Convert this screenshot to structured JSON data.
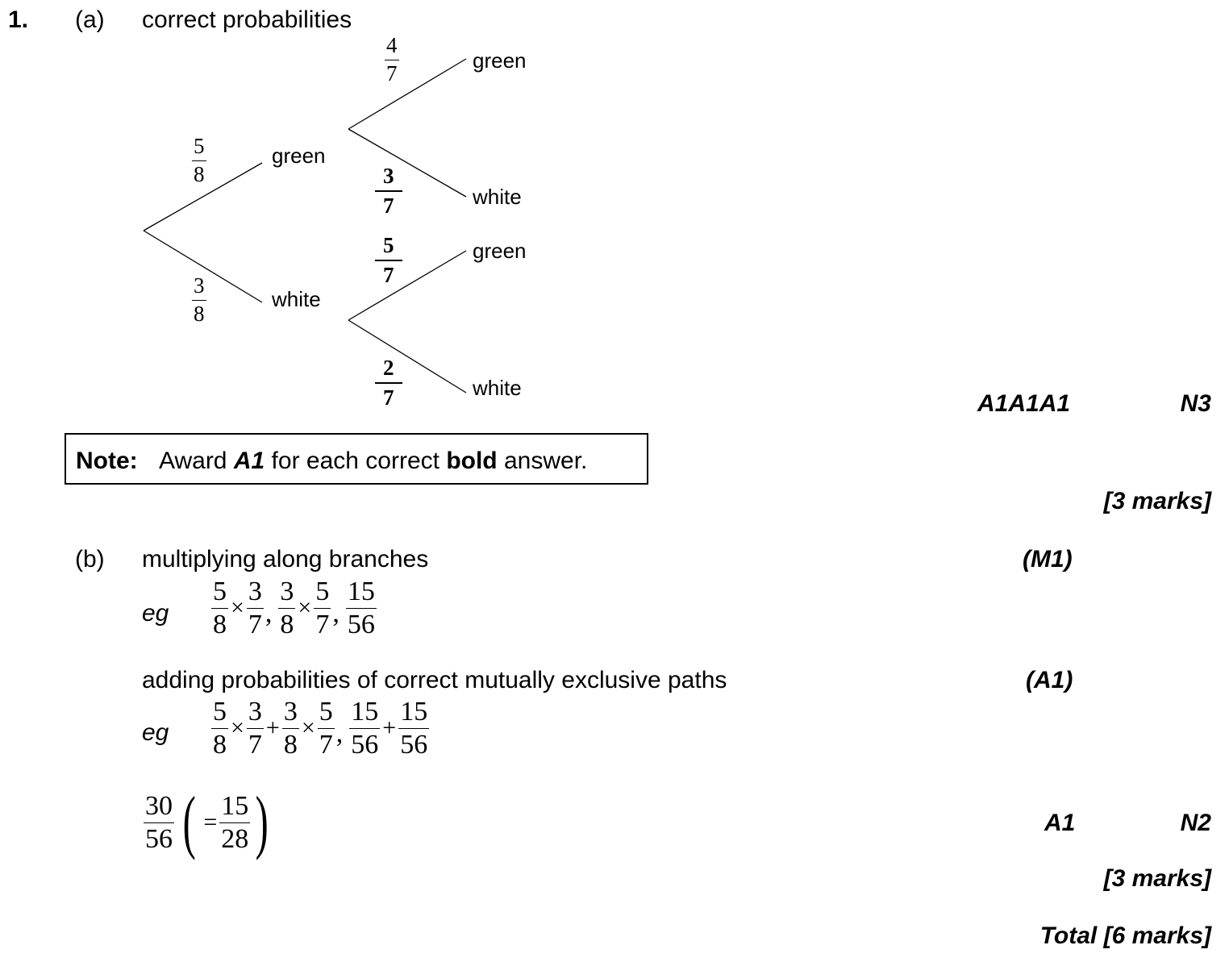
{
  "question_number": "1.",
  "part_a": {
    "label": "(a)",
    "heading": "correct probabilities",
    "tree": {
      "first": [
        {
          "label": "green",
          "prob": {
            "num": "5",
            "den": "8"
          }
        },
        {
          "label": "white",
          "prob": {
            "num": "3",
            "den": "8"
          }
        }
      ],
      "second_green": [
        {
          "label": "green",
          "prob": {
            "num": "4",
            "den": "7"
          }
        },
        {
          "label": "white",
          "prob": {
            "num": "3",
            "den": "7"
          }
        }
      ],
      "second_white": [
        {
          "label": "green",
          "prob": {
            "num": "5",
            "den": "7"
          }
        },
        {
          "label": "white",
          "prob": {
            "num": "2",
            "den": "7"
          }
        }
      ]
    },
    "marks_code": "A1A1A1",
    "n_code": "N3",
    "note": {
      "prefix": "Note:",
      "award": "Award",
      "a1": "A1",
      "mid": "for each correct",
      "bold": "bold",
      "end": "answer."
    },
    "total": "[3 marks]"
  },
  "part_b": {
    "label": "(b)",
    "line1": "multiplying along branches",
    "line1_mark": "(M1)",
    "eg": "eg",
    "eg1": {
      "f1n": "5",
      "f1d": "8",
      "op1": "×",
      "f2n": "3",
      "f2d": "7",
      "f3n": "3",
      "f3d": "8",
      "op2": "×",
      "f4n": "5",
      "f4d": "7",
      "f5n": "15",
      "f5d": "56"
    },
    "line2": "adding probabilities of correct mutually exclusive paths",
    "line2_mark": "(A1)",
    "eg2": {
      "f1n": "5",
      "f1d": "8",
      "op1": "×",
      "f2n": "3",
      "f2d": "7",
      "plus1": "+",
      "f3n": "3",
      "f3d": "8",
      "op2": "×",
      "f4n": "5",
      "f4d": "7",
      "f5n": "15",
      "f5d": "56",
      "plus2": "+",
      "f6n": "15",
      "f6d": "56"
    },
    "answer": {
      "n": "30",
      "d": "56",
      "eq": "=",
      "n2": "15",
      "d2": "28"
    },
    "answer_mark": "A1",
    "answer_n": "N2",
    "total": "[3 marks]"
  },
  "grand_total": "Total [6 marks]"
}
